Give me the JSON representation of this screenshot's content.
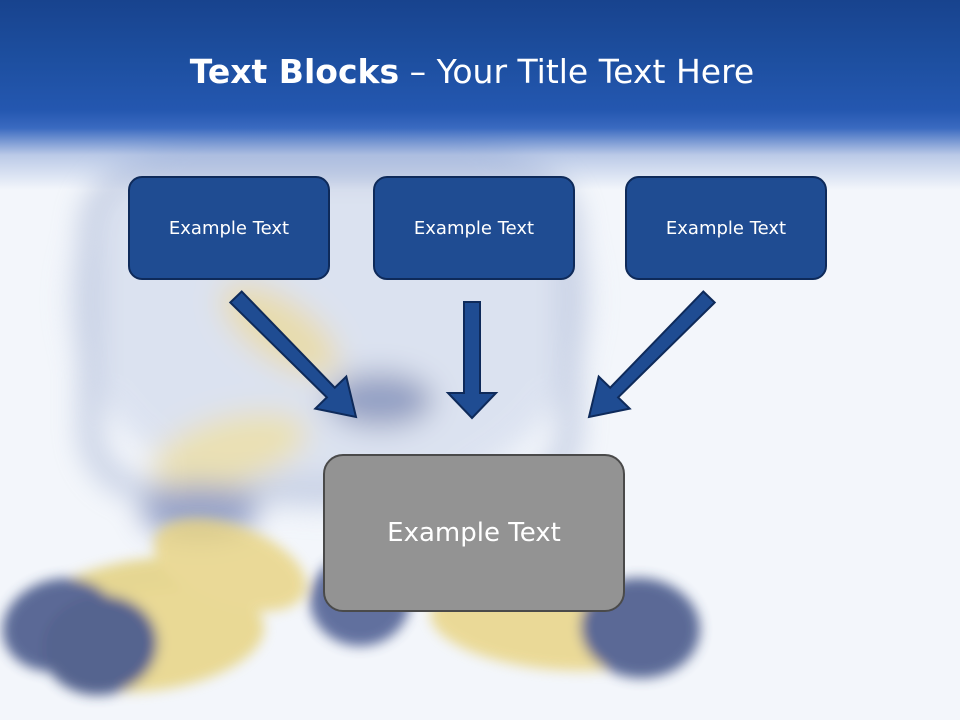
{
  "title": {
    "bold": "Text Blocks",
    "dash": " – ",
    "rest": "Your Title Text Here"
  },
  "blocks": [
    {
      "label": "Example Text"
    },
    {
      "label": "Example Text"
    },
    {
      "label": "Example Text"
    }
  ],
  "target": {
    "label": "Example Text"
  },
  "colors": {
    "header": "#1d4fa0",
    "block_fill": "#1f4c92",
    "block_border": "#0e2a5a",
    "target_fill": "#939393",
    "arrow": "#1f4c92"
  }
}
